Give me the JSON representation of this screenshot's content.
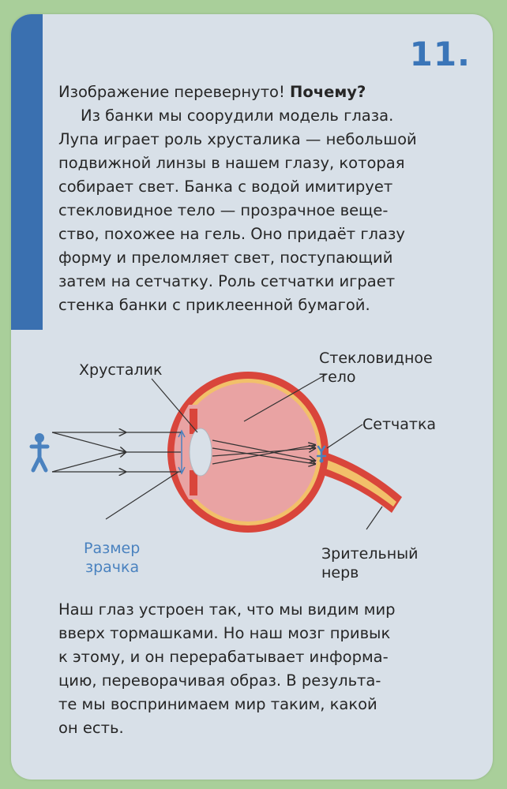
{
  "card": {
    "number": "11.",
    "heading": {
      "text": "Изображение перевернуто! ",
      "bold": "Почему?"
    },
    "paragraph1": [
      "Из банки мы соорудили модель глаза.",
      "Лупа играет роль хрусталика — небольшой",
      "подвижной линзы в нашем глазу, которая",
      "собирает свет. Банка с водой имитирует",
      "стекловидное тело — прозрачное веще-",
      "ство, похожее на гель. Оно придаёт глазу",
      "форму и преломляет свет, поступающий",
      "затем на сетчатку. Роль сетчатки играет",
      "стенка банки с приклеенной бумагой."
    ],
    "paragraph2": [
      "Наш глаз устроен так, что мы видим мир",
      "вверх тормашками. Но наш мозг привык",
      "к этому, и он перерабатывает информа-",
      "цию, переворачивая образ. В результа-",
      "те мы воспринимаем мир таким, какой",
      "он есть."
    ]
  },
  "diagram": {
    "labels": {
      "lens": "Хрусталик",
      "vitreous_1": "Стекловидное",
      "vitreous_2": "тело",
      "retina": "Сетчатка",
      "pupil_1": "Размер",
      "pupil_2": "зрачка",
      "nerve_1": "Зрительный",
      "nerve_2": "нерв"
    },
    "colors": {
      "eyeball_outer": "#d9453b",
      "eyeball_inner": "#e9a3a3",
      "retina": "#f2c06a",
      "figure": "#4a82bf",
      "card_bar": "#3a70b0"
    }
  }
}
